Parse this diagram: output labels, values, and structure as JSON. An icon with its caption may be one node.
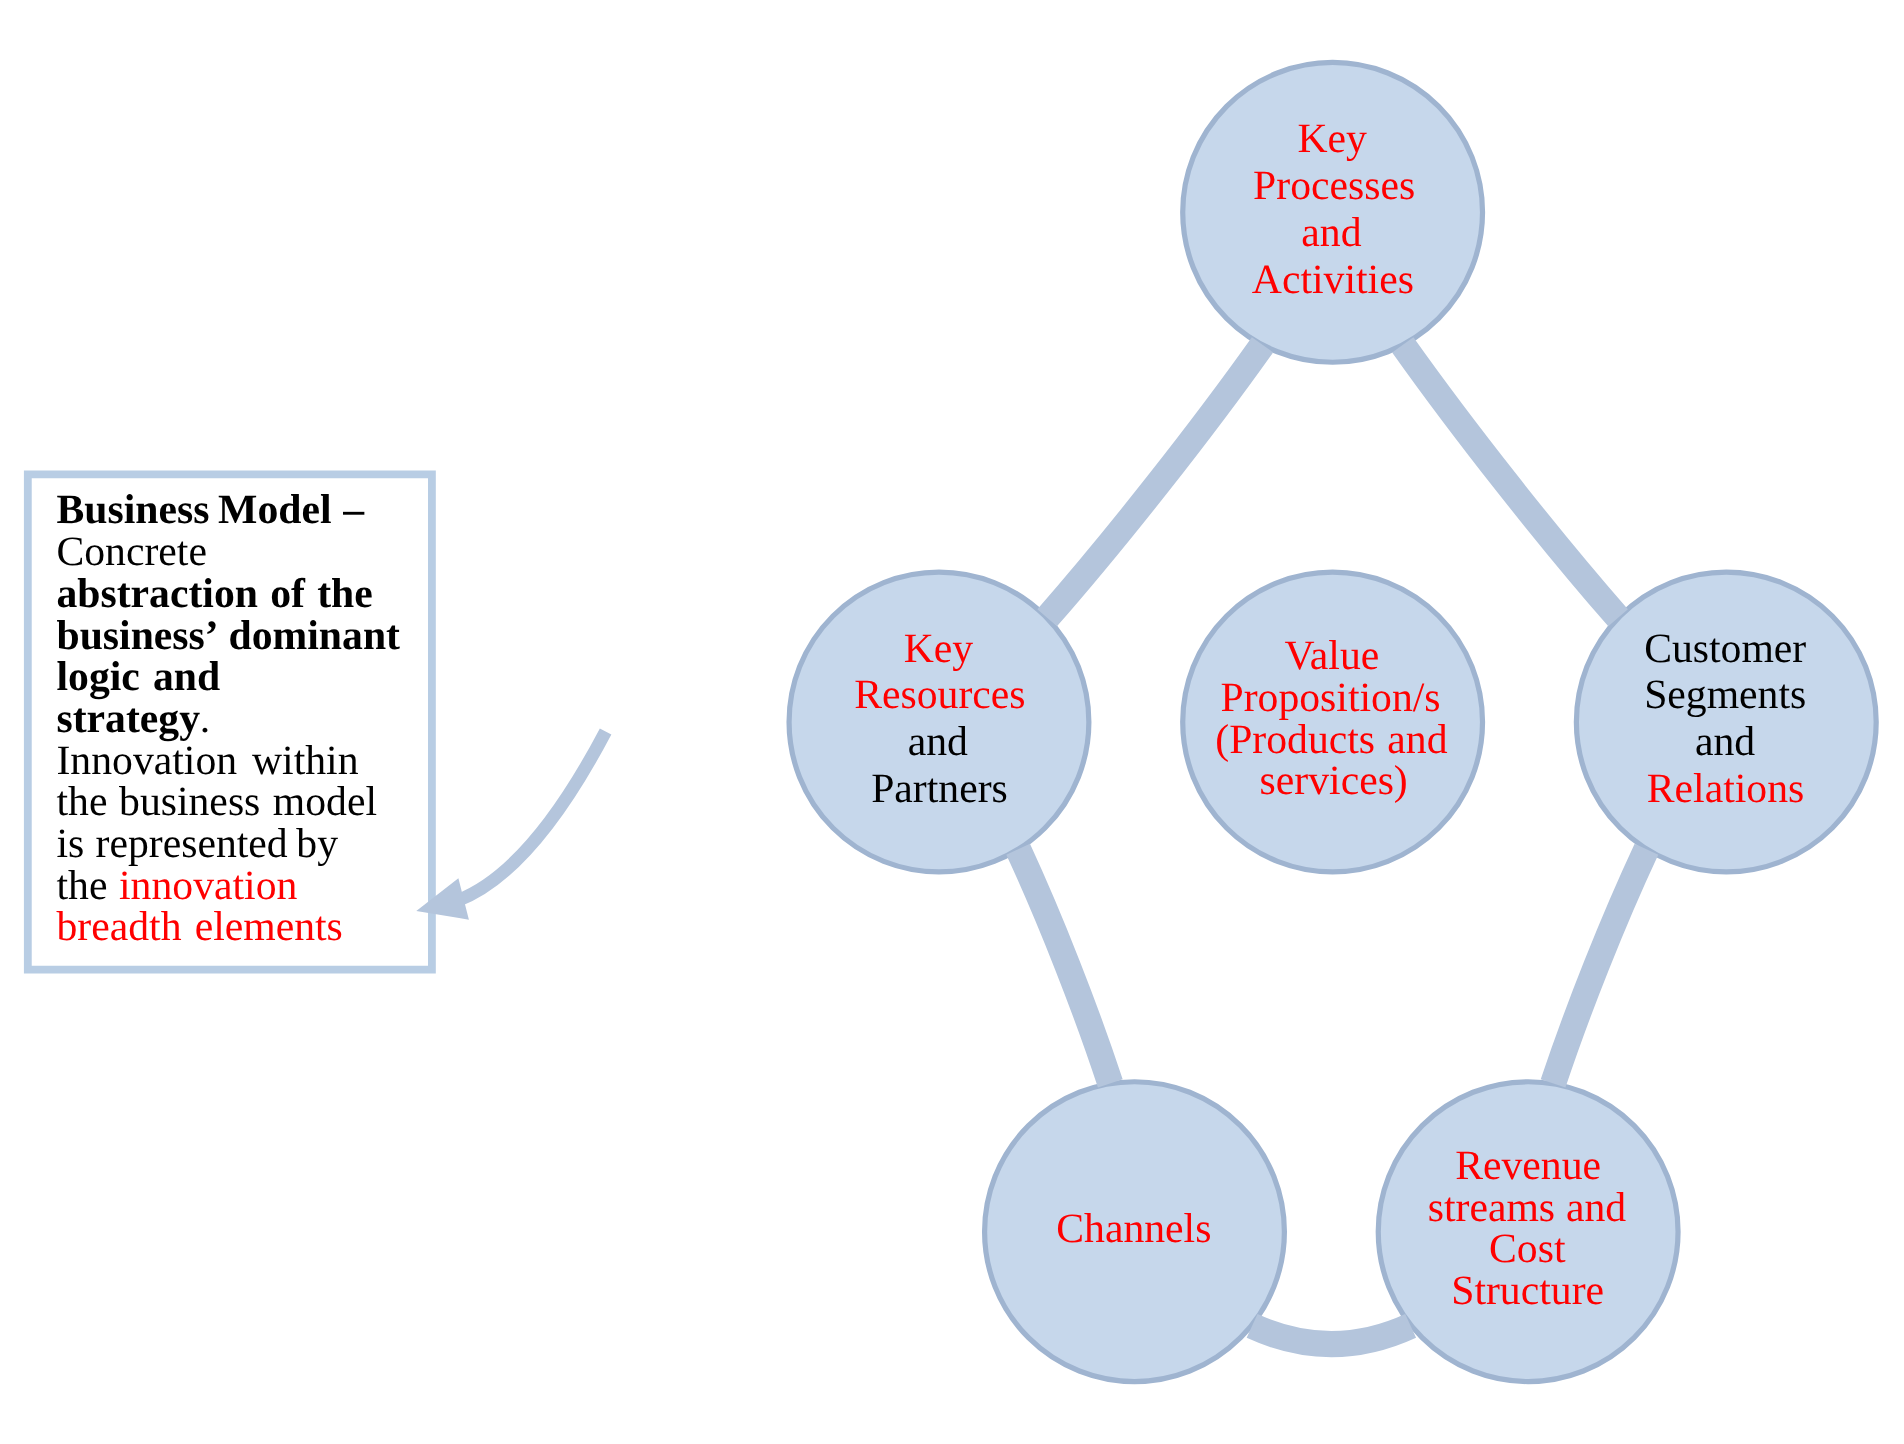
{
  "diagram": {
    "nodes": [
      {
        "text": [
          "**Business Model –** Concrete **abstraction of the business’ dominant logic and strategy**. Innovation within the business model is represented by the innovation breadth elements"
        ]
      },
      {
        "text": [
          "Key Processes and Activities"
        ]
      },
      {
        "text": [
          "Key Resources and Partners"
        ]
      },
      {
        "text": [
          "Customer Segments and Relations"
        ]
      },
      {
        "text": [
          "Value Proposition/s (Products and services)"
        ]
      },
      {
        "text": [
          "Channels"
        ]
      },
      {
        "text": [
          "Revenue streams and Cost Structure"
        ]
      }
    ],
    "edges": [
      {
        "from": 1,
        "to": 3,
        "arrow": "none"
      },
      {
        "from": 3,
        "to": 6,
        "arrow": "none"
      },
      {
        "from": 6,
        "to": 5,
        "arrow": "none"
      },
      {
        "from": 5,
        "to": 2,
        "arrow": "none"
      },
      {
        "from": 2,
        "to": 1,
        "arrow": "none"
      },
      {
        "from": null,
        "to": 0,
        "arrow": "to"
      }
    ]
  }
}
